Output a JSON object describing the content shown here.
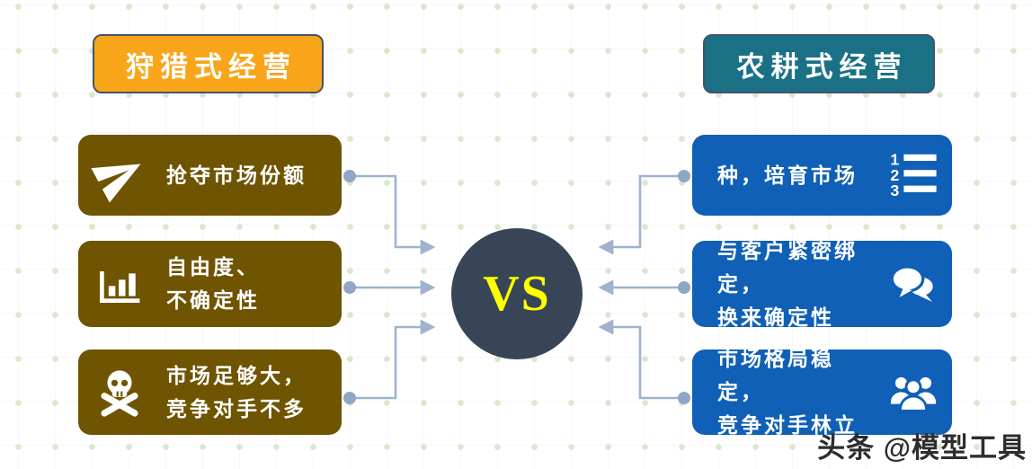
{
  "left": {
    "header": "狩猎式经营",
    "items": [
      {
        "icon": "paper-plane-icon",
        "lines": [
          "抢夺市场份额",
          ""
        ]
      },
      {
        "icon": "bar-chart-icon",
        "lines": [
          "自由度、",
          "不确定性"
        ]
      },
      {
        "icon": "skull-crossbones-icon",
        "lines": [
          "市场足够大，",
          "竞争对手不多"
        ]
      }
    ]
  },
  "right": {
    "header": "农耕式经营",
    "items": [
      {
        "icon": "numbered-list-icon",
        "numbers": [
          "1",
          "2",
          "3"
        ],
        "lines": [
          "种，培育市场",
          ""
        ]
      },
      {
        "icon": "chat-bubbles-icon",
        "lines": [
          "与客户紧密绑定，",
          "换来确定性"
        ]
      },
      {
        "icon": "people-group-icon",
        "lines": [
          "市场格局稳定，",
          "竞争对手林立"
        ]
      }
    ]
  },
  "center": {
    "vs": "VS"
  },
  "watermark": "头条 @模型工具",
  "colors": {
    "left_header_bg": "#F9A51A",
    "right_header_bg": "#1A7186",
    "left_box_bg": "#6F5402",
    "right_box_bg": "#0F60B6",
    "vs_circle_bg": "#374557",
    "vs_text": "#FFFF00",
    "connector": "#9FB3CE",
    "header_border": "#44546A",
    "background_dot": "#DBE7CD",
    "watermark_text": "#2D2D2D"
  }
}
